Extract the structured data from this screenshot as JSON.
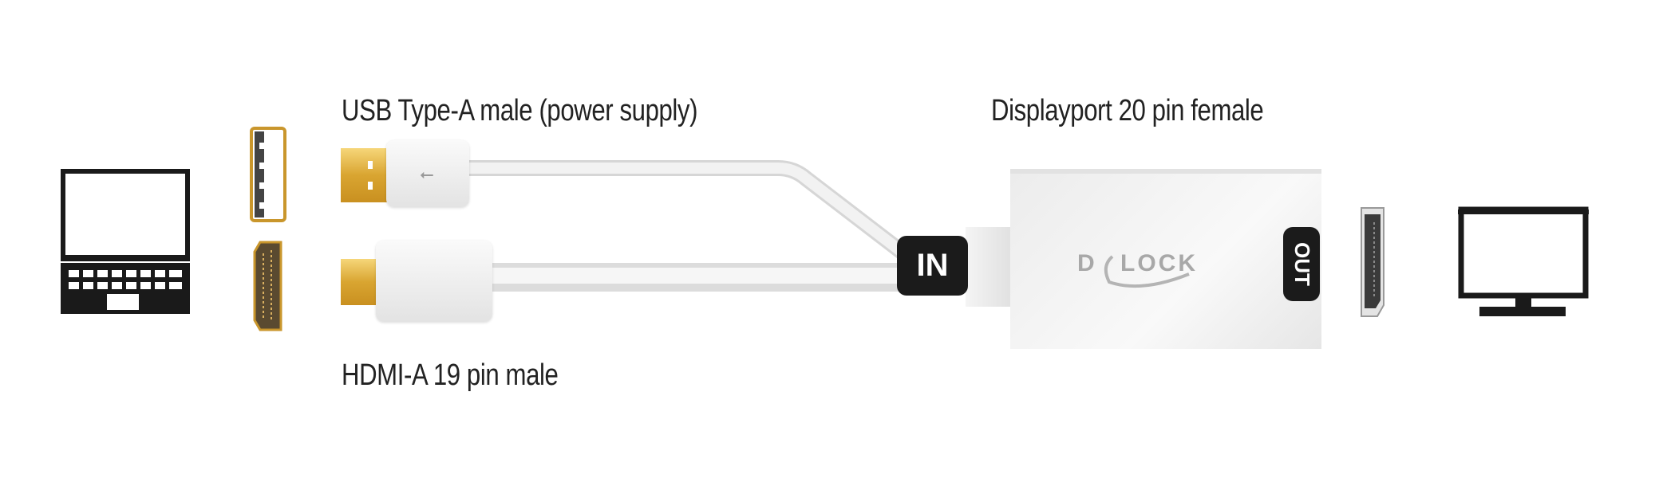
{
  "labels": {
    "usb": "USB Type-A male (power supply)",
    "displayport": "Displayport 20 pin female",
    "hdmi": "HDMI-A 19 pin male"
  },
  "adapter": {
    "in_label": "IN",
    "out_label": "OUT",
    "brand_logo": "DELOCK"
  },
  "icons": [
    "laptop-icon",
    "usb-port-icon",
    "hdmi-port-icon",
    "usb-plug-icon",
    "hdmi-plug-icon",
    "displayport-port-icon",
    "monitor-icon"
  ],
  "colors": {
    "gold": "#d9a531",
    "badge": "#1b1b1b",
    "cable": "#e6e6e6"
  }
}
